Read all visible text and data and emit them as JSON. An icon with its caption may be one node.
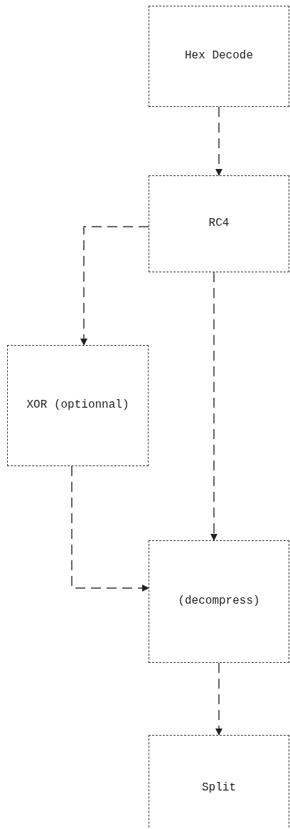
{
  "diagram": {
    "nodes": [
      {
        "text": [
          "Hex Decode"
        ]
      },
      {
        "text": [
          "RC4"
        ]
      },
      {
        "text": [
          "XOR (optionnal)"
        ]
      },
      {
        "text": [
          "(decompress)"
        ]
      },
      {
        "text": [
          "Split"
        ]
      }
    ],
    "edges": [
      {
        "from": 0,
        "to": 1,
        "arrow": "to",
        "style": "dashed"
      },
      {
        "from": 1,
        "to": 2,
        "arrow": "to",
        "style": "dashed"
      },
      {
        "from": 1,
        "to": 3,
        "arrow": "to",
        "style": "dashed"
      },
      {
        "from": 2,
        "to": 3,
        "arrow": "to",
        "style": "dashed"
      },
      {
        "from": 3,
        "to": 4,
        "arrow": "to",
        "style": "dashed"
      }
    ]
  }
}
